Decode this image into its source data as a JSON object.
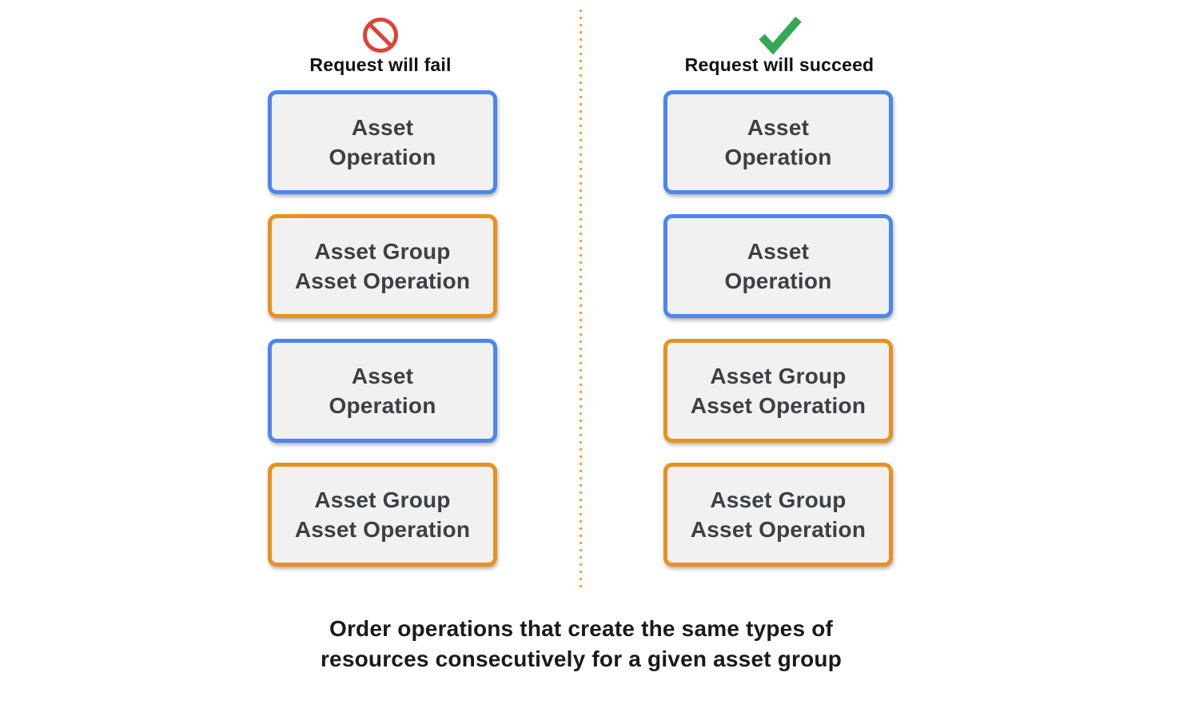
{
  "colors": {
    "blue_border": "#4C86EE",
    "orange_border": "#E8911E",
    "fail_red": "#DB4437",
    "success_green": "#34A853",
    "box_fill": "#F1F1F1",
    "box_text": "#3C4043",
    "divider_orange": "#E9A242"
  },
  "columns": [
    {
      "id": "fail",
      "icon": "prohibition-icon",
      "header": "Request will fail",
      "boxes": [
        {
          "type": "asset-operation",
          "border": "blue",
          "line1": "Asset",
          "line2": "Operation"
        },
        {
          "type": "asset-group-asset-operation",
          "border": "orange",
          "line1": "Asset Group",
          "line2": "Asset Operation"
        },
        {
          "type": "asset-operation",
          "border": "blue",
          "line1": "Asset",
          "line2": "Operation"
        },
        {
          "type": "asset-group-asset-operation",
          "border": "orange",
          "line1": "Asset Group",
          "line2": "Asset Operation"
        }
      ]
    },
    {
      "id": "succeed",
      "icon": "checkmark-icon",
      "header": "Request will succeed",
      "boxes": [
        {
          "type": "asset-operation",
          "border": "blue",
          "line1": "Asset",
          "line2": "Operation"
        },
        {
          "type": "asset-operation",
          "border": "blue",
          "line1": "Asset",
          "line2": "Operation"
        },
        {
          "type": "asset-group-asset-operation",
          "border": "orange",
          "line1": "Asset Group",
          "line2": "Asset Operation"
        },
        {
          "type": "asset-group-asset-operation",
          "border": "orange",
          "line1": "Asset Group",
          "line2": "Asset Operation"
        }
      ]
    }
  ],
  "caption": {
    "line1": "Order operations that create the same types of",
    "line2": "resources consecutively for a given asset group"
  }
}
